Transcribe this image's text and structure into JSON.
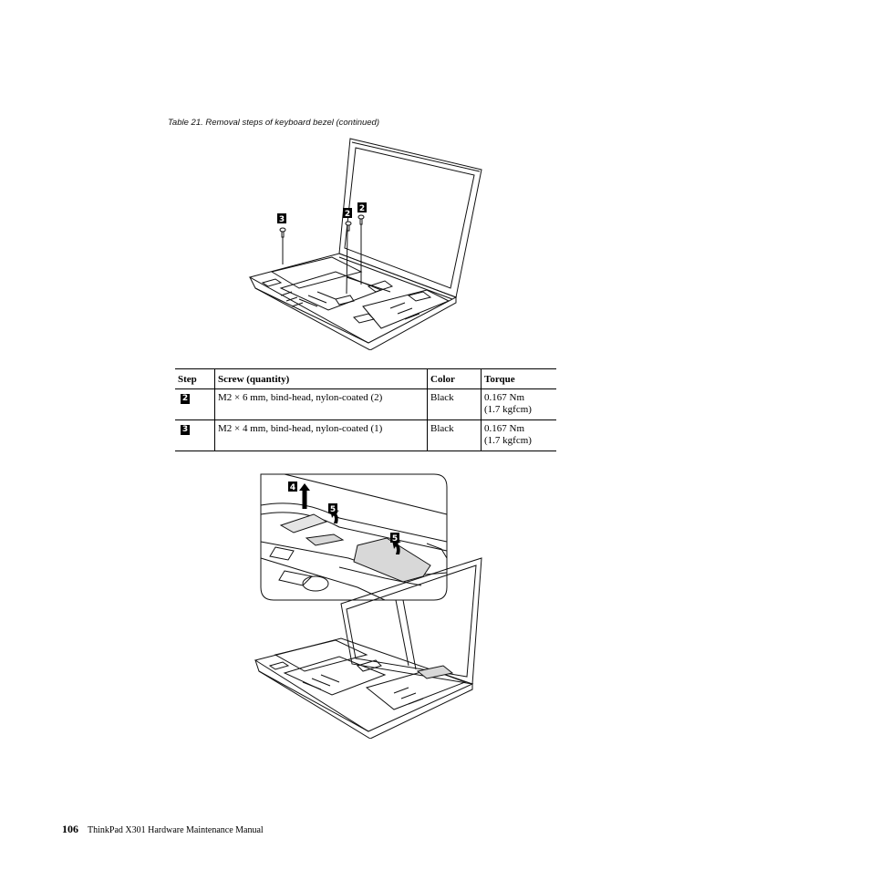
{
  "caption": "Table 21. Removal steps of keyboard bezel  (continued)",
  "figure_top": {
    "callouts": [
      "3",
      "2",
      "2"
    ]
  },
  "table": {
    "headers": [
      "Step",
      "Screw (quantity)",
      "Color",
      "Torque"
    ],
    "rows": [
      {
        "step": "2",
        "screw": "M2 × 6 mm, bind-head, nylon-coated (2)",
        "color": "Black",
        "torque_1": "0.167 Nm",
        "torque_2": "(1.7 kgfcm)"
      },
      {
        "step": "3",
        "screw": "M2 × 4 mm, bind-head, nylon-coated (1)",
        "color": "Black",
        "torque_1": "0.167 Nm",
        "torque_2": "(1.7 kgfcm)"
      }
    ]
  },
  "figure_bottom": {
    "callouts": [
      "4",
      "5",
      "5"
    ]
  },
  "footer": {
    "page_number": "106",
    "title": "ThinkPad X301 Hardware Maintenance Manual"
  }
}
